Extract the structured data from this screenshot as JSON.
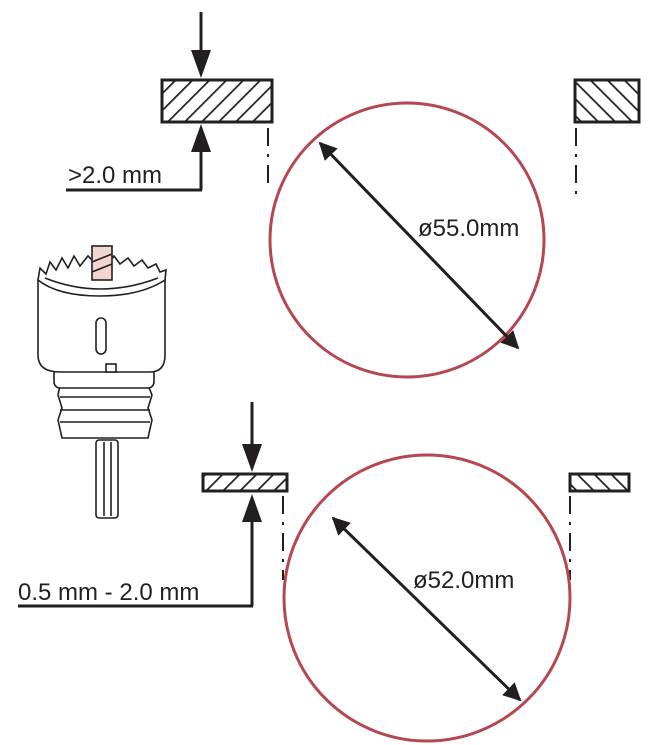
{
  "diagram": {
    "top": {
      "thickness_label": ">2.0 mm",
      "diameter_label": "ø55.0mm"
    },
    "bottom": {
      "thickness_label": "0.5 mm - 2.0 mm",
      "diameter_label": "ø52.0mm"
    },
    "colors": {
      "ink": "#231f20",
      "circle": "#b5474f",
      "pilot_bit": "#f3d5d0"
    },
    "icons": [
      "hole-saw-icon"
    ]
  }
}
